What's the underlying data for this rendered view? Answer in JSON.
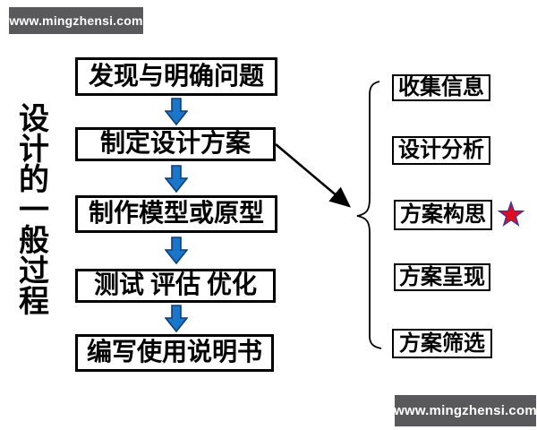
{
  "watermark": {
    "text": "www.mingzhensi.com"
  },
  "title": {
    "text": "设计的一般过程"
  },
  "main_flow": {
    "steps": [
      "发现与明确问题",
      "制定设计方案",
      "制作模型或原型",
      "测试 评估 优化",
      "编写使用说明书"
    ]
  },
  "sub_steps": {
    "items": [
      "收集信息",
      "设计分析",
      "方案构思",
      "方案呈现",
      "方案筛选"
    ],
    "starred_item": "方案构思"
  },
  "colors": {
    "flow_arrow_fill": "#1B75C8",
    "flow_arrow_stroke": "#0E3E74",
    "star_fill": "#E00E1C",
    "star_stroke": "#3D35A0",
    "watermark_bg": "#59595B",
    "watermark_fg": "#FFFFFF",
    "line": "#000000"
  }
}
